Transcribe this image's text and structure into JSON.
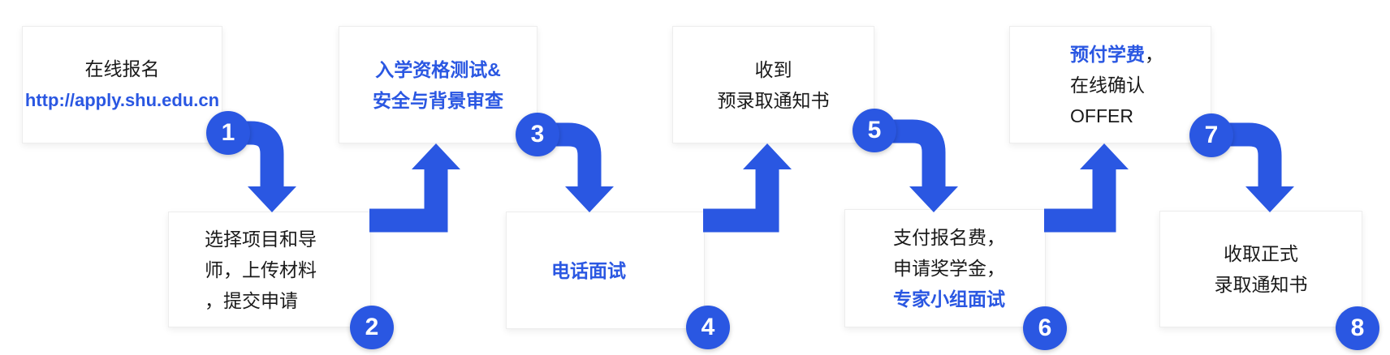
{
  "colors": {
    "accent": "#2A57E2",
    "text": "#1A1A1A",
    "card_background": "#FFFFFF"
  },
  "flow": {
    "description": "8-step admission application process flowchart",
    "step_count": 8
  },
  "steps": [
    {
      "number": "1",
      "lines": [
        [
          {
            "t": "在线报名",
            "c": "dark"
          }
        ],
        [
          {
            "t": "http://apply.shu.edu.cn",
            "c": "blue",
            "name": "apply-url-link",
            "link": true,
            "url_style": true
          }
        ]
      ]
    },
    {
      "number": "2",
      "lines": [
        [
          {
            "t": "选择项目和导",
            "c": "dark"
          }
        ],
        [
          {
            "t": "师，上传材料",
            "c": "dark"
          }
        ],
        [
          {
            "t": "，提交申请",
            "c": "dark"
          }
        ]
      ]
    },
    {
      "number": "3",
      "lines": [
        [
          {
            "t": "入学资格测试&",
            "c": "blue"
          }
        ],
        [
          {
            "t": "安全与背景审查",
            "c": "blue"
          }
        ]
      ]
    },
    {
      "number": "4",
      "lines": [
        [
          {
            "t": "电话面试",
            "c": "blue"
          }
        ]
      ]
    },
    {
      "number": "5",
      "lines": [
        [
          {
            "t": "收到",
            "c": "dark"
          }
        ],
        [
          {
            "t": "预录取通知书",
            "c": "dark"
          }
        ]
      ]
    },
    {
      "number": "6",
      "lines": [
        [
          {
            "t": "支付报名费，",
            "c": "dark"
          }
        ],
        [
          {
            "t": "申请奖学金，",
            "c": "dark"
          }
        ],
        [
          {
            "t": "专家小组面试",
            "c": "blue"
          }
        ]
      ]
    },
    {
      "number": "7",
      "lines": [
        [
          {
            "t": "预付学费",
            "c": "blue"
          },
          {
            "t": "，",
            "c": "dark"
          }
        ],
        [
          {
            "t": "在线确认",
            "c": "dark"
          }
        ],
        [
          {
            "t": "OFFER",
            "c": "dark"
          }
        ]
      ]
    },
    {
      "number": "8",
      "lines": [
        [
          {
            "t": "收取正式",
            "c": "dark"
          }
        ],
        [
          {
            "t": "录取通知书",
            "c": "dark"
          }
        ]
      ]
    }
  ]
}
